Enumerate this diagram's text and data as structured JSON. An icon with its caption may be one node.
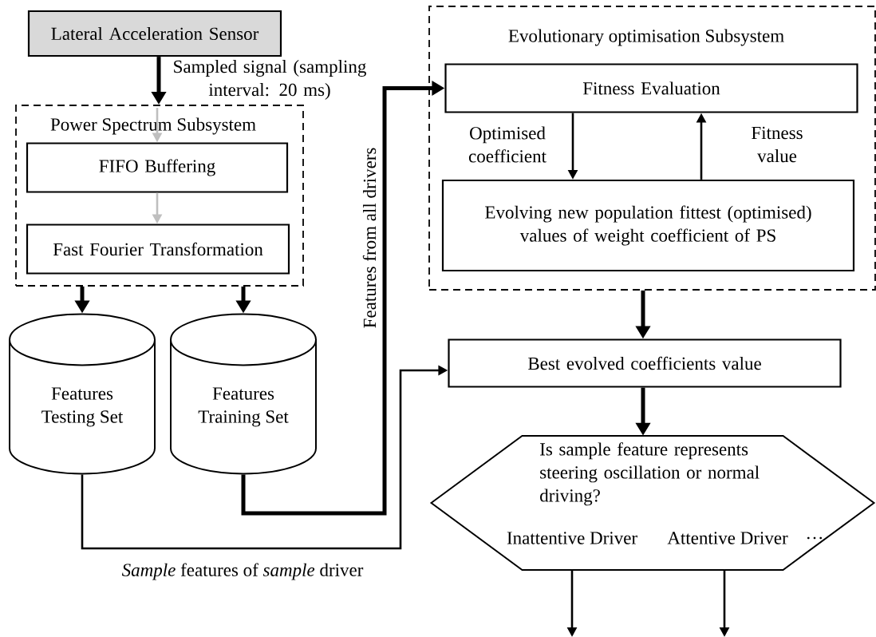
{
  "diagram": {
    "nodes": [
      {
        "text": [
          "Lateral Acceleration Sensor"
        ]
      },
      {
        "text": [
          "Power Spectrum Subsystem"
        ]
      },
      {
        "text": [
          "FIFO Buffering"
        ],
        "in": 1
      },
      {
        "text": [
          "Fast Fourier Transformation"
        ],
        "in": 1
      },
      {
        "text": [
          "Features Testing Set"
        ]
      },
      {
        "text": [
          "Features Training Set"
        ]
      },
      {
        "text": [
          "Evolutionary optimisation Subsystem"
        ]
      },
      {
        "text": [
          "Fitness Evaluation"
        ],
        "in": 6
      },
      {
        "text": [
          "Evolving new population fittest (optimised) values of weight coefficient of PS"
        ],
        "in": 6
      },
      {
        "text": [
          "Best evolved coefficients value"
        ]
      },
      {
        "text": [
          "Is sample feature represents steering oscillation or normal driving?",
          "Inattentive Driver",
          "Attentive Driver",
          "…"
        ]
      }
    ],
    "edges": [
      {
        "from": 0,
        "to": 1,
        "arrow": "to",
        "style": "thick",
        "label": "Sampled signal (sampling interval: 20 ms)"
      },
      {
        "from": 1,
        "to": 2,
        "arrow": "to",
        "color": "#bfbfbf"
      },
      {
        "from": 2,
        "to": 3,
        "arrow": "to",
        "color": "#bfbfbf"
      },
      {
        "from": 1,
        "to": 4,
        "arrow": "to",
        "style": "thick"
      },
      {
        "from": 1,
        "to": 5,
        "arrow": "to",
        "style": "thick"
      },
      {
        "from": 5,
        "to": 7,
        "arrow": "to",
        "style": "thick",
        "label": "Features from all drivers"
      },
      {
        "from": 4,
        "to": 9,
        "arrow": "to",
        "label": "*Sample* features of *sample* driver"
      },
      {
        "from": 7,
        "to": 8,
        "arrow": "to",
        "label": "Optimised coefficient"
      },
      {
        "from": 8,
        "to": 7,
        "arrow": "to",
        "label": "Fitness value"
      },
      {
        "from": 6,
        "to": 9,
        "arrow": "to",
        "style": "thick"
      },
      {
        "from": 9,
        "to": 10,
        "arrow": "to",
        "style": "thick"
      },
      {
        "from": 10,
        "to": null,
        "arrow": "to"
      },
      {
        "from": 10,
        "to": null,
        "arrow": "to"
      }
    ]
  }
}
